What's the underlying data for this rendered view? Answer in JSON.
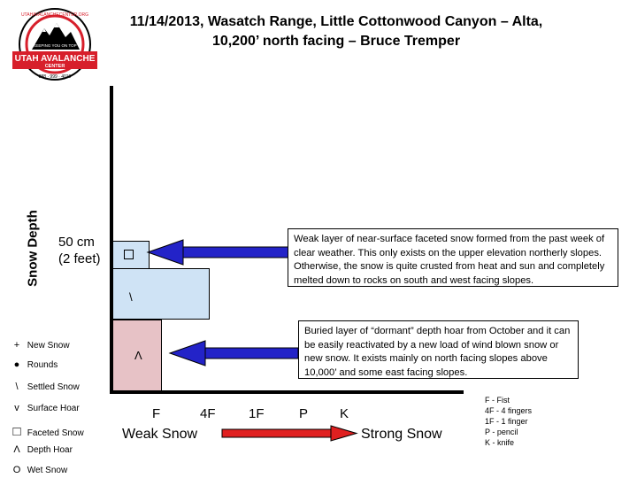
{
  "title_line1": "11/14/2013, Wasatch Range, Little Cottonwood Canyon – Alta,",
  "title_line2": "10,200’ north facing  – Bruce Tremper",
  "logo": {
    "top_text": "UTAHAVALANCHECENTER.ORG",
    "ribbon_text": "KEEPING YOU ON TOP",
    "main_line1": "UTAH AVALANCHE",
    "main_line2": "CENTER",
    "phone": "888 · 999 · 4019",
    "colors": {
      "red": "#d71f2b",
      "black": "#000000"
    }
  },
  "y_axis_label": "Snow Depth",
  "depth_marker_line1": "50 cm",
  "depth_marker_line2": "(2 feet)",
  "layer_symbols": {
    "mid": "\\",
    "bottom": "Λ"
  },
  "callouts": {
    "upper": "Weak layer of near-surface faceted snow formed from the past week of clear weather.  This only exists on the upper elevation northerly slopes. Otherwise, the snow is quite crusted from heat and sun and completely melted down to rocks on south and west facing slopes.",
    "lower": "Buried layer of “dormant” depth hoar from October and it can be easily reactivated by a new load of wind blown snow or new snow.  It exists mainly on north facing slopes above 10,000’ and some east facing slopes."
  },
  "hardness_ticks": [
    "F",
    "4F",
    "1F",
    "P",
    "K"
  ],
  "weak_label": "Weak Snow",
  "strong_label": "Strong Snow",
  "legend": [
    {
      "symbol": "+",
      "label": "New Snow"
    },
    {
      "symbol": "●",
      "label": "Rounds"
    },
    {
      "symbol": "\\",
      "label": "Settled Snow"
    },
    {
      "symbol": "v",
      "label": "Surface Hoar"
    },
    {
      "symbol": "□",
      "label": "Faceted Snow"
    },
    {
      "symbol": "Λ",
      "label": "Depth Hoar"
    },
    {
      "symbol": "O",
      "label": "Wet Snow"
    }
  ],
  "hardness_key": [
    "F - Fist",
    "4F - 4 fingers",
    "1F - 1 finger",
    "P - pencil",
    "K - knife"
  ],
  "colors": {
    "arrow_blue": "#2323c8",
    "arrow_red": "#e02020",
    "layer_blue": "#cfe3f5",
    "layer_pink": "#e7c2c6"
  }
}
